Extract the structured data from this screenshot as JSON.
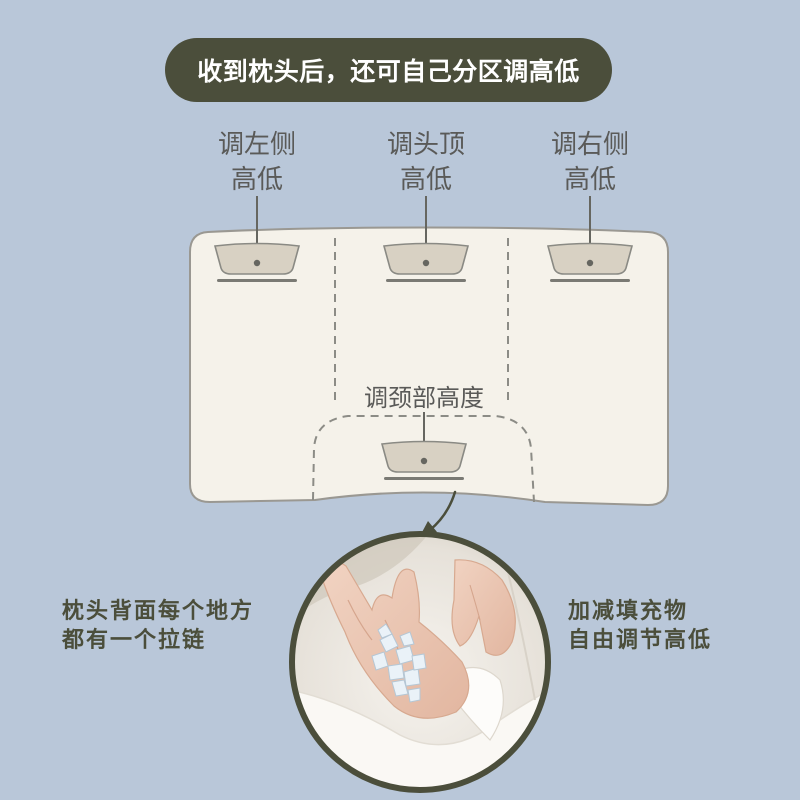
{
  "header": {
    "title": "收到枕头后，还可自己分区调高低"
  },
  "zones": {
    "left": {
      "line1": "调左侧",
      "line2": "高低"
    },
    "top": {
      "line1": "调头顶",
      "line2": "高低"
    },
    "right": {
      "line1": "调右侧",
      "line2": "高低"
    },
    "neck": {
      "label": "调颈部高度"
    }
  },
  "captions": {
    "left": {
      "line1": "枕头背面每个地方",
      "line2": "都有一个拉链"
    },
    "right": {
      "line1": "加减填充物",
      "line2": "自由调节高低"
    }
  },
  "colors": {
    "background": "#b9c7d9",
    "accent": "#4b4e3b",
    "pillow": "#f5f2ea",
    "pouch": "#d8d1c3",
    "label_text": "#5a5a58"
  },
  "icons": [
    "zipper-pouch-icon",
    "arrow-icon"
  ]
}
